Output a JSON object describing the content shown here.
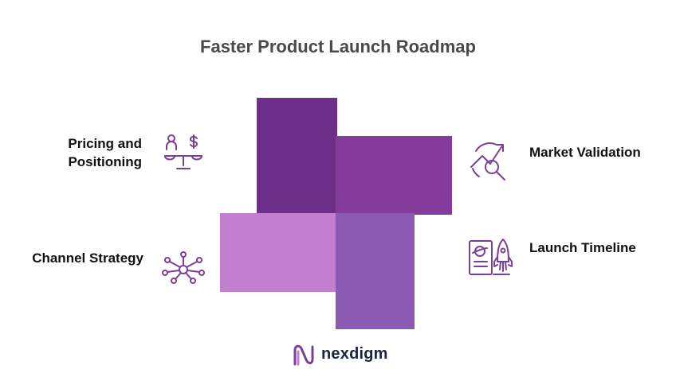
{
  "title": "Faster Product Launch Roadmap",
  "items": [
    {
      "label_line1": "Pricing and",
      "label_line2": "Positioning",
      "icon": "balance-scale-dollar-icon"
    },
    {
      "label": "Market Validation",
      "icon": "chart-magnifier-icon"
    },
    {
      "label": "Channel Strategy",
      "icon": "network-hub-icon"
    },
    {
      "label": "Launch Timeline",
      "icon": "rocket-board-icon"
    }
  ],
  "brand": {
    "name": "nexdigm"
  },
  "colors": {
    "title": "#4a4a4a",
    "block_top_left": "#6e2f88",
    "block_top_right": "#833c9c",
    "block_bottom_left": "#c27fcf",
    "block_bottom_right": "#8b5ab3",
    "icon": "#7b3f98"
  }
}
